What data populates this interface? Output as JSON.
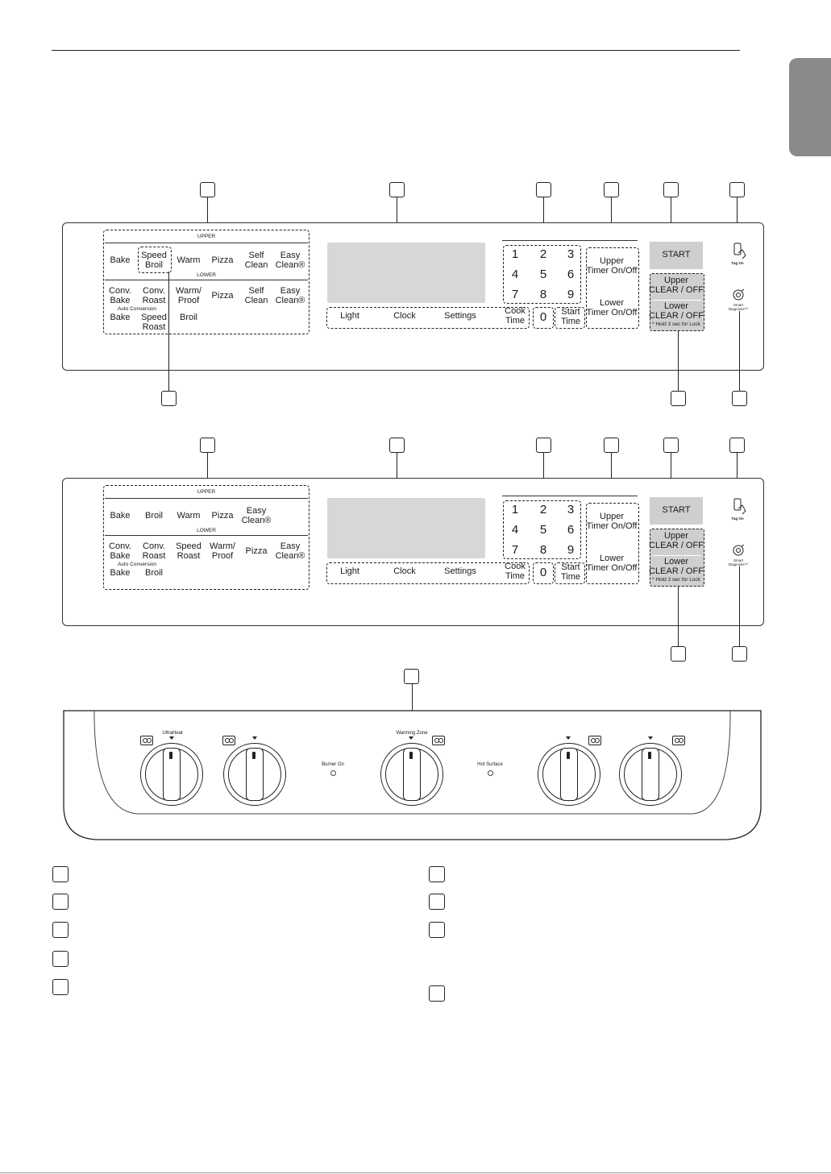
{
  "panel1": {
    "upper_header": "UPPER",
    "lower_header": "LOWER",
    "upper": [
      "Bake",
      "Speed\nBroil",
      "Warm",
      "Pizza",
      "Self\nClean",
      "Easy\nClean®"
    ],
    "lower": [
      "Conv.\nBake",
      "Conv.\nRoast",
      "Warm/\nProof",
      "Pizza",
      "Self\nClean",
      "Easy\nClean®"
    ],
    "auto_conversion": "Auto Conversion",
    "lower2": [
      "Bake",
      "Speed\nRoast",
      "Broil"
    ],
    "bottom_row": [
      "Light",
      "Clock",
      "Settings",
      "Cook\nTime"
    ],
    "keypad": [
      "1",
      "2",
      "3",
      "4",
      "5",
      "6",
      "7",
      "8",
      "9",
      "0"
    ],
    "start_time": "Start\nTime",
    "upper_timer": "Upper\nTimer On/Off",
    "lower_timer": "Lower\nTimer On/Off",
    "start": "START",
    "upper_clear": "Upper\nCLEAR / OFF",
    "lower_clear": "Lower\nCLEAR / OFF",
    "hold_lock": "* Hold 3 sec for Lock",
    "tag_on": "Tag On",
    "smart_diag": "Smart\nDiagnosis™"
  },
  "panel2": {
    "upper_header": "UPPER",
    "lower_header": "LOWER",
    "upper": [
      "Bake",
      "Broil",
      "Warm",
      "Pizza",
      "Easy\nClean®"
    ],
    "lower": [
      "Conv.\nBake",
      "Conv.\nRoast",
      "Speed\nRoast",
      "Warm/\nProof",
      "Pizza",
      "Easy\nClean®"
    ],
    "auto_conversion": "Auto Conversion",
    "lower2": [
      "Bake",
      "Broil"
    ],
    "bottom_row": [
      "Light",
      "Clock",
      "Settings",
      "Cook\nTime"
    ],
    "keypad": [
      "1",
      "2",
      "3",
      "4",
      "5",
      "6",
      "7",
      "8",
      "9",
      "0"
    ],
    "start_time": "Start\nTime",
    "upper_timer": "Upper\nTimer On/Off",
    "lower_timer": "Lower\nTimer On/Off",
    "start": "START",
    "upper_clear": "Upper\nCLEAR / OFF",
    "lower_clear": "Lower\nCLEAR / OFF",
    "hold_lock": "* Hold 3 sec for Lock",
    "tag_on": "Tag On",
    "smart_diag": "Smart\nDiagnosis™"
  },
  "cooktop": {
    "ultraheat": "UltraHeat",
    "warming_zone": "Warming Zone",
    "burner_on": "Burner On",
    "hot_surface": "Hot Surface"
  }
}
